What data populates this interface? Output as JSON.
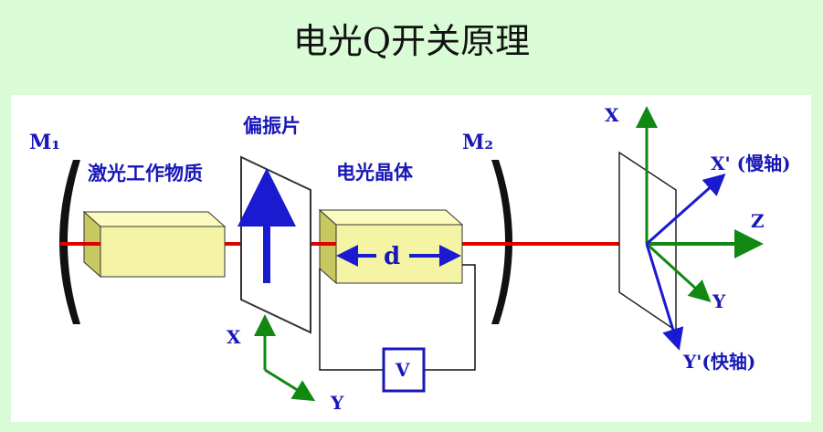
{
  "title": "电光Q开关原理",
  "labels": {
    "m1": "M₁",
    "m2": "M₂",
    "laser_medium": "激光工作物质",
    "polarizer": "偏振片",
    "eo_crystal": "电光晶体",
    "d": "d",
    "v": "V",
    "pol_x": "X",
    "pol_y": "Y",
    "axis_x": "X",
    "axis_x_prime": "X' (慢轴)",
    "axis_z": "Z",
    "axis_y": "Y",
    "axis_y_prime": "Y'(快轴)"
  },
  "colors": {
    "background": "#d9fcd6",
    "beam": "#e00000",
    "label_blue": "#1818b8",
    "axis_green": "#118811",
    "axis_blue": "#1a1ad0",
    "crystal_yellow": "#f4f4a4"
  }
}
